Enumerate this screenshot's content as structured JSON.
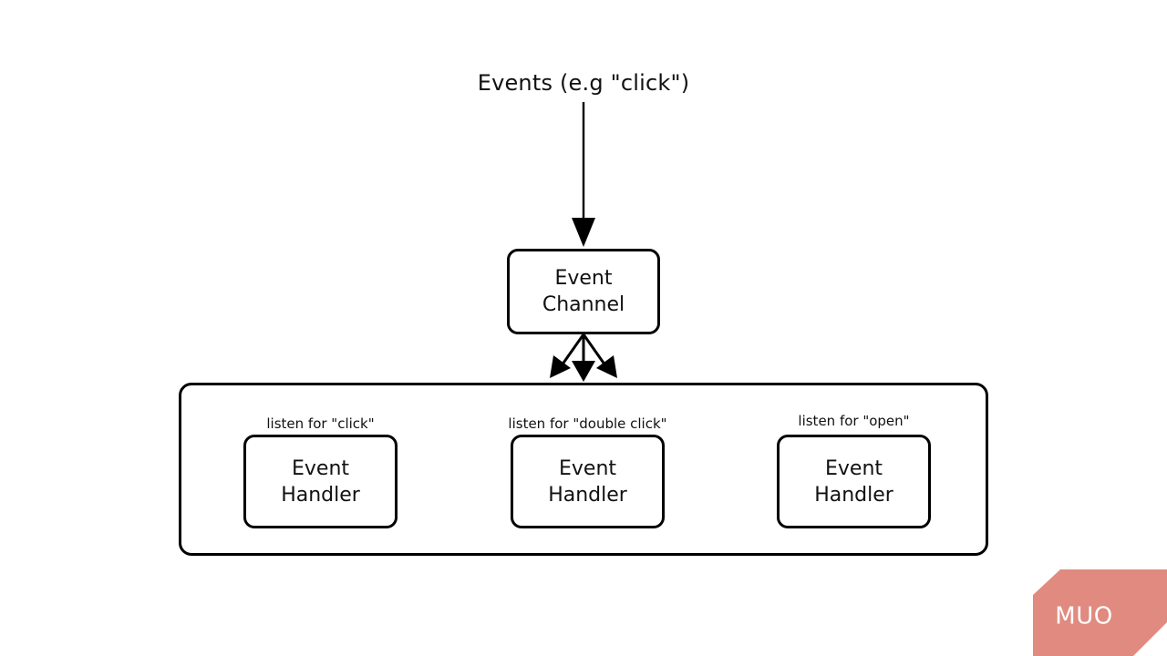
{
  "diagram": {
    "title": "Events (e.g \"click\")",
    "type": "flow-diagram",
    "background_color": "#ffffff",
    "stroke_color": "#000000",
    "text_color": "#111111",
    "nodes": {
      "channel": {
        "id": "event-channel",
        "label": "Event\nChannel"
      },
      "handlers": [
        {
          "id": "handler-click",
          "listen_label": "listen for \"click\"",
          "label": "Event\nHandler"
        },
        {
          "id": "handler-double-click",
          "listen_label": "listen for \"double click\"",
          "label": "Event\nHandler"
        },
        {
          "id": "handler-open",
          "listen_label": "listen for \"open\"",
          "label": "Event\nHandler"
        }
      ]
    },
    "edges": [
      {
        "id": "events-to-channel",
        "from": "events-source",
        "to": "event-channel",
        "style": "solid-arrow"
      },
      {
        "id": "channel-to-handler-click",
        "from": "event-channel",
        "to": "handler-click",
        "style": "solid-arrow"
      },
      {
        "id": "channel-to-handler-double-click",
        "from": "event-channel",
        "to": "handler-double-click",
        "style": "solid-arrow"
      },
      {
        "id": "channel-to-handler-open",
        "from": "event-channel",
        "to": "handler-open",
        "style": "solid-arrow"
      }
    ]
  },
  "watermark": {
    "text": "MUO",
    "fill_color": "#e08a80",
    "text_color": "#ffffff"
  }
}
